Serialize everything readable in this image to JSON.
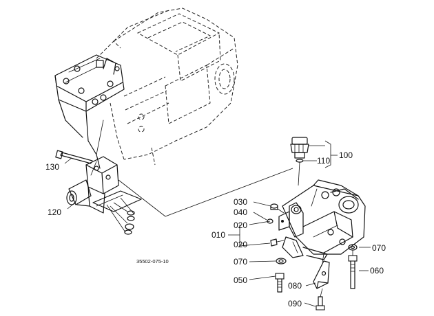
{
  "figure_code": "35502-075-10",
  "callouts": {
    "c100": "100",
    "c110": "110",
    "c130": "130",
    "c120": "120",
    "c030": "030",
    "c040": "040",
    "c020a": "020",
    "c010": "010",
    "c020b": "020",
    "c070a": "070",
    "c050": "050",
    "c080": "080",
    "c090": "090",
    "c070b": "070",
    "c060": "060"
  }
}
